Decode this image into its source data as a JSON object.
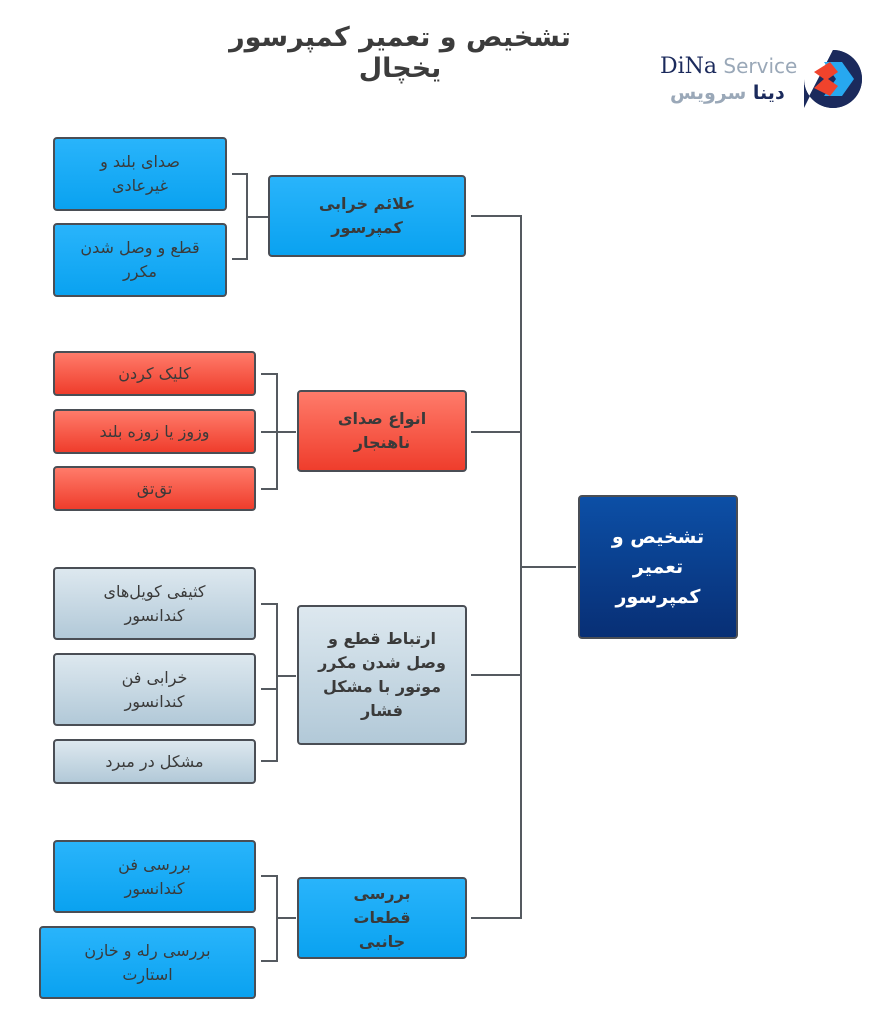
{
  "title": "تشخیص و تعمیر کمپرسور یخچال",
  "logo": {
    "name_en_1": "DiNa",
    "name_en_2": " Service",
    "name_fa_1": "دینا",
    "name_fa_2": " سرویس",
    "colors": {
      "navy": "#1b2a5c",
      "gray": "#9aa8b8",
      "red": "#f0432c",
      "blue": "#27a8f0"
    }
  },
  "root": {
    "label": "تشخیص و تعمیر کمپرسور",
    "color": "#0a3f8e"
  },
  "branches": [
    {
      "label": "علائم خرابی کمپرسور",
      "color": "#1aabf6",
      "children": [
        "صدای بلند و غیرعادی",
        "قطع و وصل شدن مکرر"
      ]
    },
    {
      "label": "انواع صدای ناهنجار",
      "color": "#f5574a",
      "children": [
        "کلیک کردن",
        "وزوز یا زوزه بلند",
        "تق‌تق"
      ]
    },
    {
      "label": "ارتباط قطع و وصل شدن مکرر موتور با مشکل فشار",
      "color": "#c6d8e4",
      "children": [
        "کثیفی کویل‌های کندانسور",
        "خرابی فن کندانسور",
        "مشکل در مبرد"
      ]
    },
    {
      "label": "بررسی قطعات جانبی",
      "color": "#1aabf6",
      "children": [
        "بررسی فن کندانسور",
        "بررسی رله و خازن استارت"
      ]
    }
  ]
}
